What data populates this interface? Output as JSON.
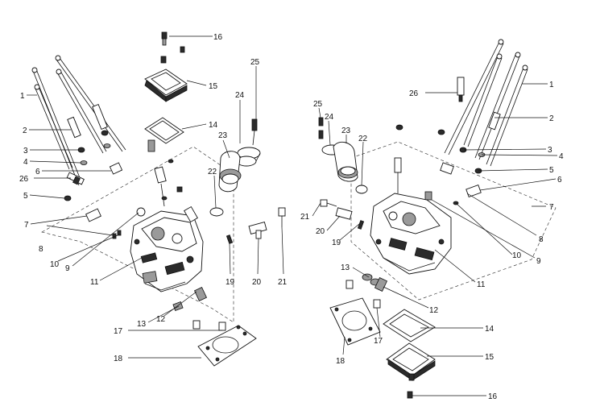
{
  "callouts": {
    "left": {
      "c1": "1",
      "c2": "2",
      "c3": "3",
      "c4": "4",
      "c5": "5",
      "c6": "6",
      "c7": "7",
      "c8": "8",
      "c9": "9",
      "c10": "10",
      "c11": "11",
      "c12": "12",
      "c13": "13",
      "c14": "14",
      "c15": "15",
      "c16": "16",
      "c17": "17",
      "c18": "18",
      "c19": "19",
      "c20": "20",
      "c21": "21",
      "c22": "22",
      "c23": "23",
      "c24": "24",
      "c25": "25",
      "c26": "26"
    },
    "right": {
      "c1": "1",
      "c2": "2",
      "c3": "3",
      "c4": "4",
      "c5": "5",
      "c6": "6",
      "c7": "7",
      "c8": "8",
      "c9": "9",
      "c10": "10",
      "c11": "11",
      "c12": "12",
      "c13": "13",
      "c14": "14",
      "c15": "15",
      "c16": "16",
      "c17": "17",
      "c18": "18",
      "c19": "19",
      "c20": "20",
      "c21": "21",
      "c22": "22",
      "c23": "23",
      "c24": "24",
      "c25": "25",
      "c26": "26"
    }
  }
}
